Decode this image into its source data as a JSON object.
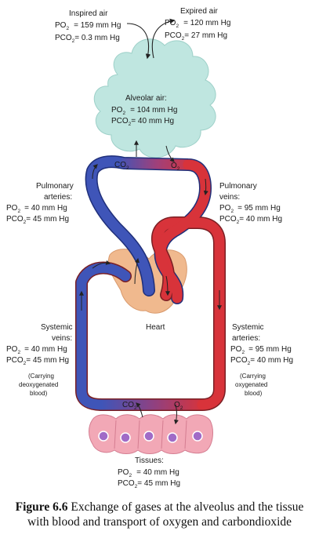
{
  "inspired": {
    "title": "Inspired air",
    "po2": "= 159 mm Hg",
    "pco2": "= 0.3 mm Hg"
  },
  "expired": {
    "title": "Expired air",
    "po2": "= 120 mm Hg",
    "pco2": "= 27 mm Hg"
  },
  "alveolar": {
    "title": "Alveolar air:",
    "po2": "= 104 mm Hg",
    "pco2": "= 40 mm Hg"
  },
  "pulmonary_arteries": {
    "line1": "Pulmonary",
    "line2": "arteries:",
    "po2": "= 40 mm Hg",
    "pco2": "= 45 mm Hg"
  },
  "pulmonary_veins": {
    "line1": "Pulmonary",
    "line2": "veins:",
    "po2": "= 95 mm Hg",
    "pco2": "= 40 mm Hg"
  },
  "heart": {
    "label": "Heart"
  },
  "systemic_veins": {
    "line1": "Systemic",
    "line2": "veins:",
    "po2": "= 40 mm Hg",
    "pco2": "= 45 mm Hg",
    "note1": "(Carrying",
    "note2": "deoxygenated",
    "note3": "blood)"
  },
  "systemic_arteries": {
    "line1": "Systemic",
    "line2": "arteries:",
    "po2": "= 95 mm Hg",
    "pco2": "= 40 mm Hg",
    "note1": "(Carrying",
    "note2": "oxygenated",
    "note3": "blood)"
  },
  "tissues": {
    "title": "Tissues:",
    "po2": "= 40 mm Hg",
    "pco2": "= 45 mm Hg"
  },
  "gas": {
    "po": "PO",
    "pco": "PCO",
    "co": "CO",
    "o": "O",
    "sub2": "2"
  },
  "caption": {
    "figure": "Figure 6.6",
    "text": " Exchange of gases at the alveolus and the tissue with blood and transport of oxygen and carbondioxide"
  },
  "colors": {
    "deoxygenated": "#3f55b8",
    "oxygenated": "#d8333a",
    "alveolus": "#bfe6e0",
    "heart": "#f0b98e",
    "tissue": "#f2a8b6",
    "nucleus": "#a06bc7"
  }
}
